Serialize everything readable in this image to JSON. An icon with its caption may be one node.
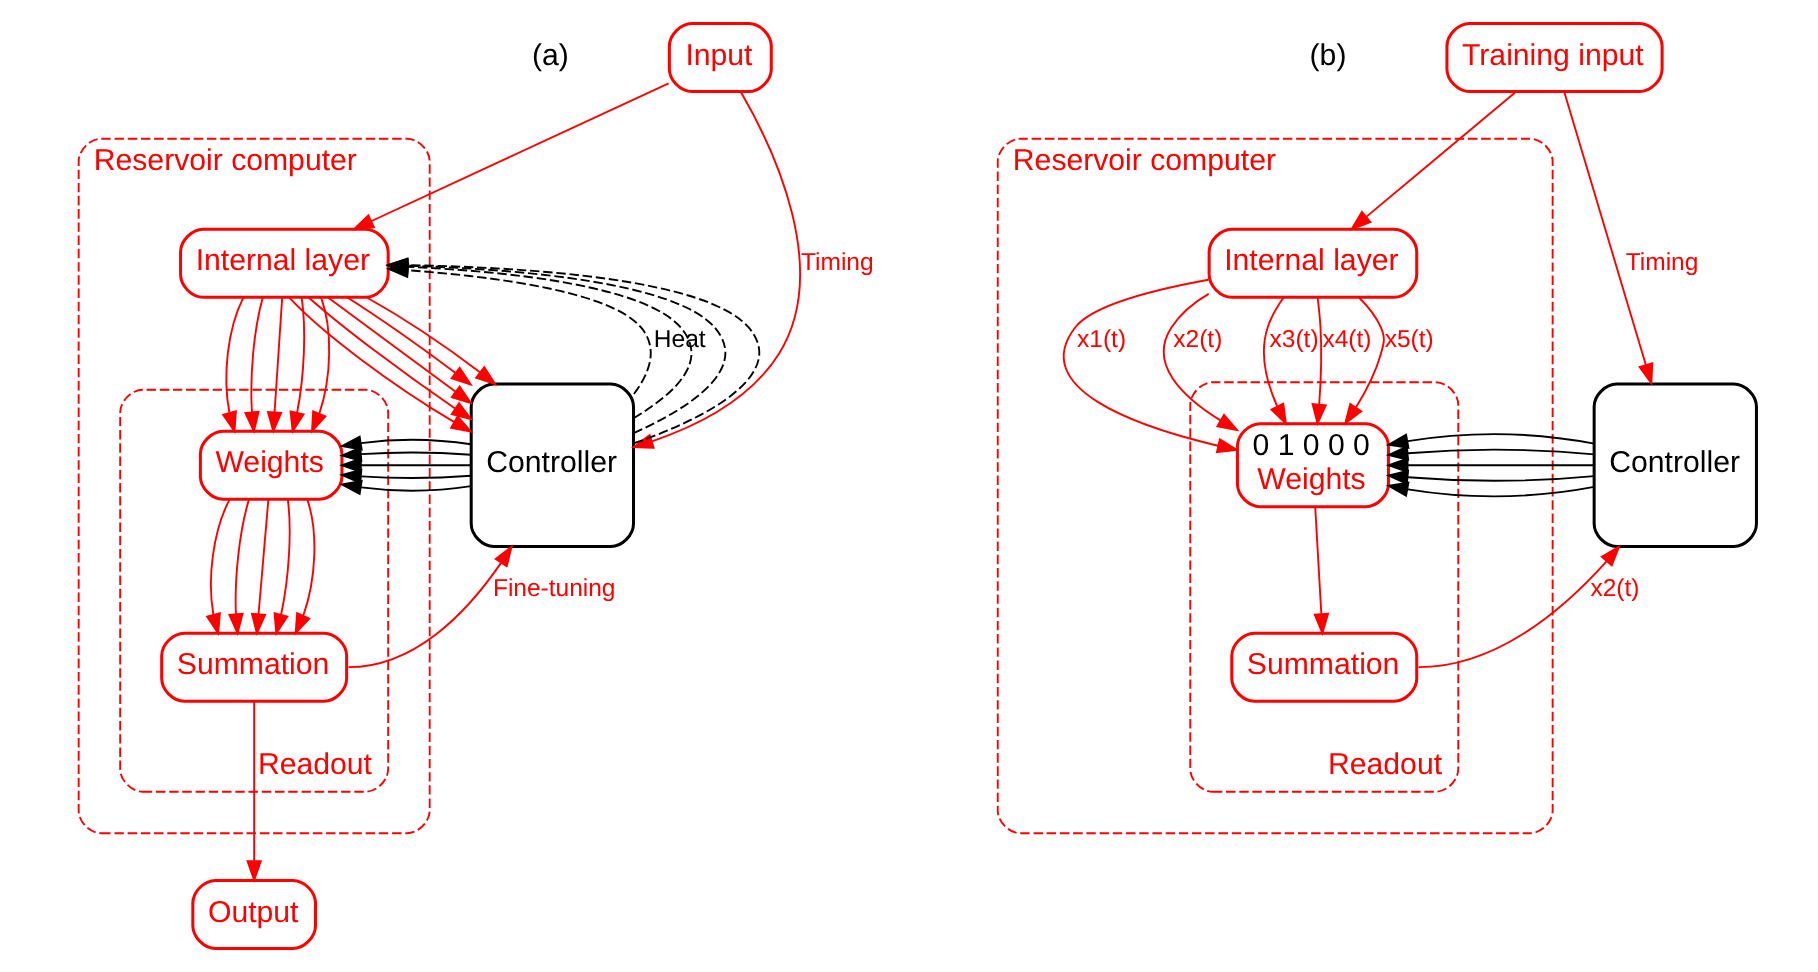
{
  "diagram": {
    "nodes": [
      {
        "text": [
          "Input"
        ]
      },
      {
        "text": [
          "Reservoir computer"
        ]
      },
      {
        "text": [
          "Internal layer"
        ],
        "in": 1
      },
      {
        "text": [
          "Readout"
        ],
        "in": 1
      },
      {
        "text": [
          "Weights"
        ],
        "in": 3
      },
      {
        "text": [
          "Summation"
        ],
        "in": 3
      },
      {
        "text": [
          "Controller"
        ]
      },
      {
        "text": [
          "Output"
        ]
      },
      {
        "text": [
          "Training input"
        ]
      },
      {
        "text": [
          "Reservoir computer"
        ]
      },
      {
        "text": [
          "Internal layer"
        ],
        "in": 9
      },
      {
        "text": [
          "Readout"
        ],
        "in": 9
      },
      {
        "text": [
          "0 1 0 0 0",
          "Weights"
        ],
        "in": 11
      },
      {
        "text": [
          "Summation"
        ],
        "in": 11
      },
      {
        "text": [
          "Controller"
        ]
      }
    ],
    "edges": [
      {
        "from": 0,
        "to": 2,
        "arrow": "to"
      },
      {
        "from": 0,
        "to": 6,
        "arrow": "to",
        "label": "Timing"
      },
      {
        "from": 6,
        "to": 2,
        "arrow": "to",
        "style": "dashed",
        "color": "#000000",
        "label": "Heat"
      },
      {
        "from": 6,
        "to": 2,
        "arrow": "to",
        "style": "dashed",
        "color": "#000000"
      },
      {
        "from": 6,
        "to": 2,
        "arrow": "to",
        "style": "dashed",
        "color": "#000000"
      },
      {
        "from": 6,
        "to": 2,
        "arrow": "to",
        "style": "dashed",
        "color": "#000000"
      },
      {
        "from": 2,
        "to": 4,
        "arrow": "to"
      },
      {
        "from": 2,
        "to": 4,
        "arrow": "to"
      },
      {
        "from": 2,
        "to": 4,
        "arrow": "to"
      },
      {
        "from": 2,
        "to": 4,
        "arrow": "to"
      },
      {
        "from": 2,
        "to": 4,
        "arrow": "to"
      },
      {
        "from": 2,
        "to": 6,
        "arrow": "to"
      },
      {
        "from": 2,
        "to": 6,
        "arrow": "to"
      },
      {
        "from": 2,
        "to": 6,
        "arrow": "to"
      },
      {
        "from": 2,
        "to": 6,
        "arrow": "to"
      },
      {
        "from": 2,
        "to": 6,
        "arrow": "to"
      },
      {
        "from": 6,
        "to": 4,
        "arrow": "to",
        "color": "#000000"
      },
      {
        "from": 6,
        "to": 4,
        "arrow": "to",
        "color": "#000000"
      },
      {
        "from": 6,
        "to": 4,
        "arrow": "to",
        "color": "#000000"
      },
      {
        "from": 6,
        "to": 4,
        "arrow": "to",
        "color": "#000000"
      },
      {
        "from": 6,
        "to": 4,
        "arrow": "to",
        "color": "#000000"
      },
      {
        "from": 4,
        "to": 5,
        "arrow": "to"
      },
      {
        "from": 4,
        "to": 5,
        "arrow": "to"
      },
      {
        "from": 4,
        "to": 5,
        "arrow": "to"
      },
      {
        "from": 4,
        "to": 5,
        "arrow": "to"
      },
      {
        "from": 4,
        "to": 5,
        "arrow": "to"
      },
      {
        "from": 5,
        "to": 7,
        "arrow": "to"
      },
      {
        "from": 5,
        "to": 6,
        "arrow": "to",
        "label": "Fine-tuning"
      },
      {
        "from": 8,
        "to": 10,
        "arrow": "to"
      },
      {
        "from": 8,
        "to": 14,
        "arrow": "to",
        "label": "Timing"
      },
      {
        "from": 10,
        "to": 12,
        "arrow": "to",
        "label": "x1(t)"
      },
      {
        "from": 10,
        "to": 12,
        "arrow": "to",
        "label": "x2(t)"
      },
      {
        "from": 10,
        "to": 12,
        "arrow": "to",
        "label": "x3(t)"
      },
      {
        "from": 10,
        "to": 12,
        "arrow": "to",
        "label": "x4(t)"
      },
      {
        "from": 10,
        "to": 12,
        "arrow": "to",
        "label": "x5(t)"
      },
      {
        "from": 14,
        "to": 12,
        "arrow": "to",
        "color": "#000000"
      },
      {
        "from": 14,
        "to": 12,
        "arrow": "to",
        "color": "#000000"
      },
      {
        "from": 14,
        "to": 12,
        "arrow": "to",
        "color": "#000000"
      },
      {
        "from": 14,
        "to": 12,
        "arrow": "to",
        "color": "#000000"
      },
      {
        "from": 14,
        "to": 12,
        "arrow": "to",
        "color": "#000000"
      },
      {
        "from": 12,
        "to": 13,
        "arrow": "to"
      },
      {
        "from": 13,
        "to": 14,
        "arrow": "to",
        "label": "x2(t)"
      }
    ],
    "labels": [
      "(a)",
      "(b)"
    ]
  }
}
